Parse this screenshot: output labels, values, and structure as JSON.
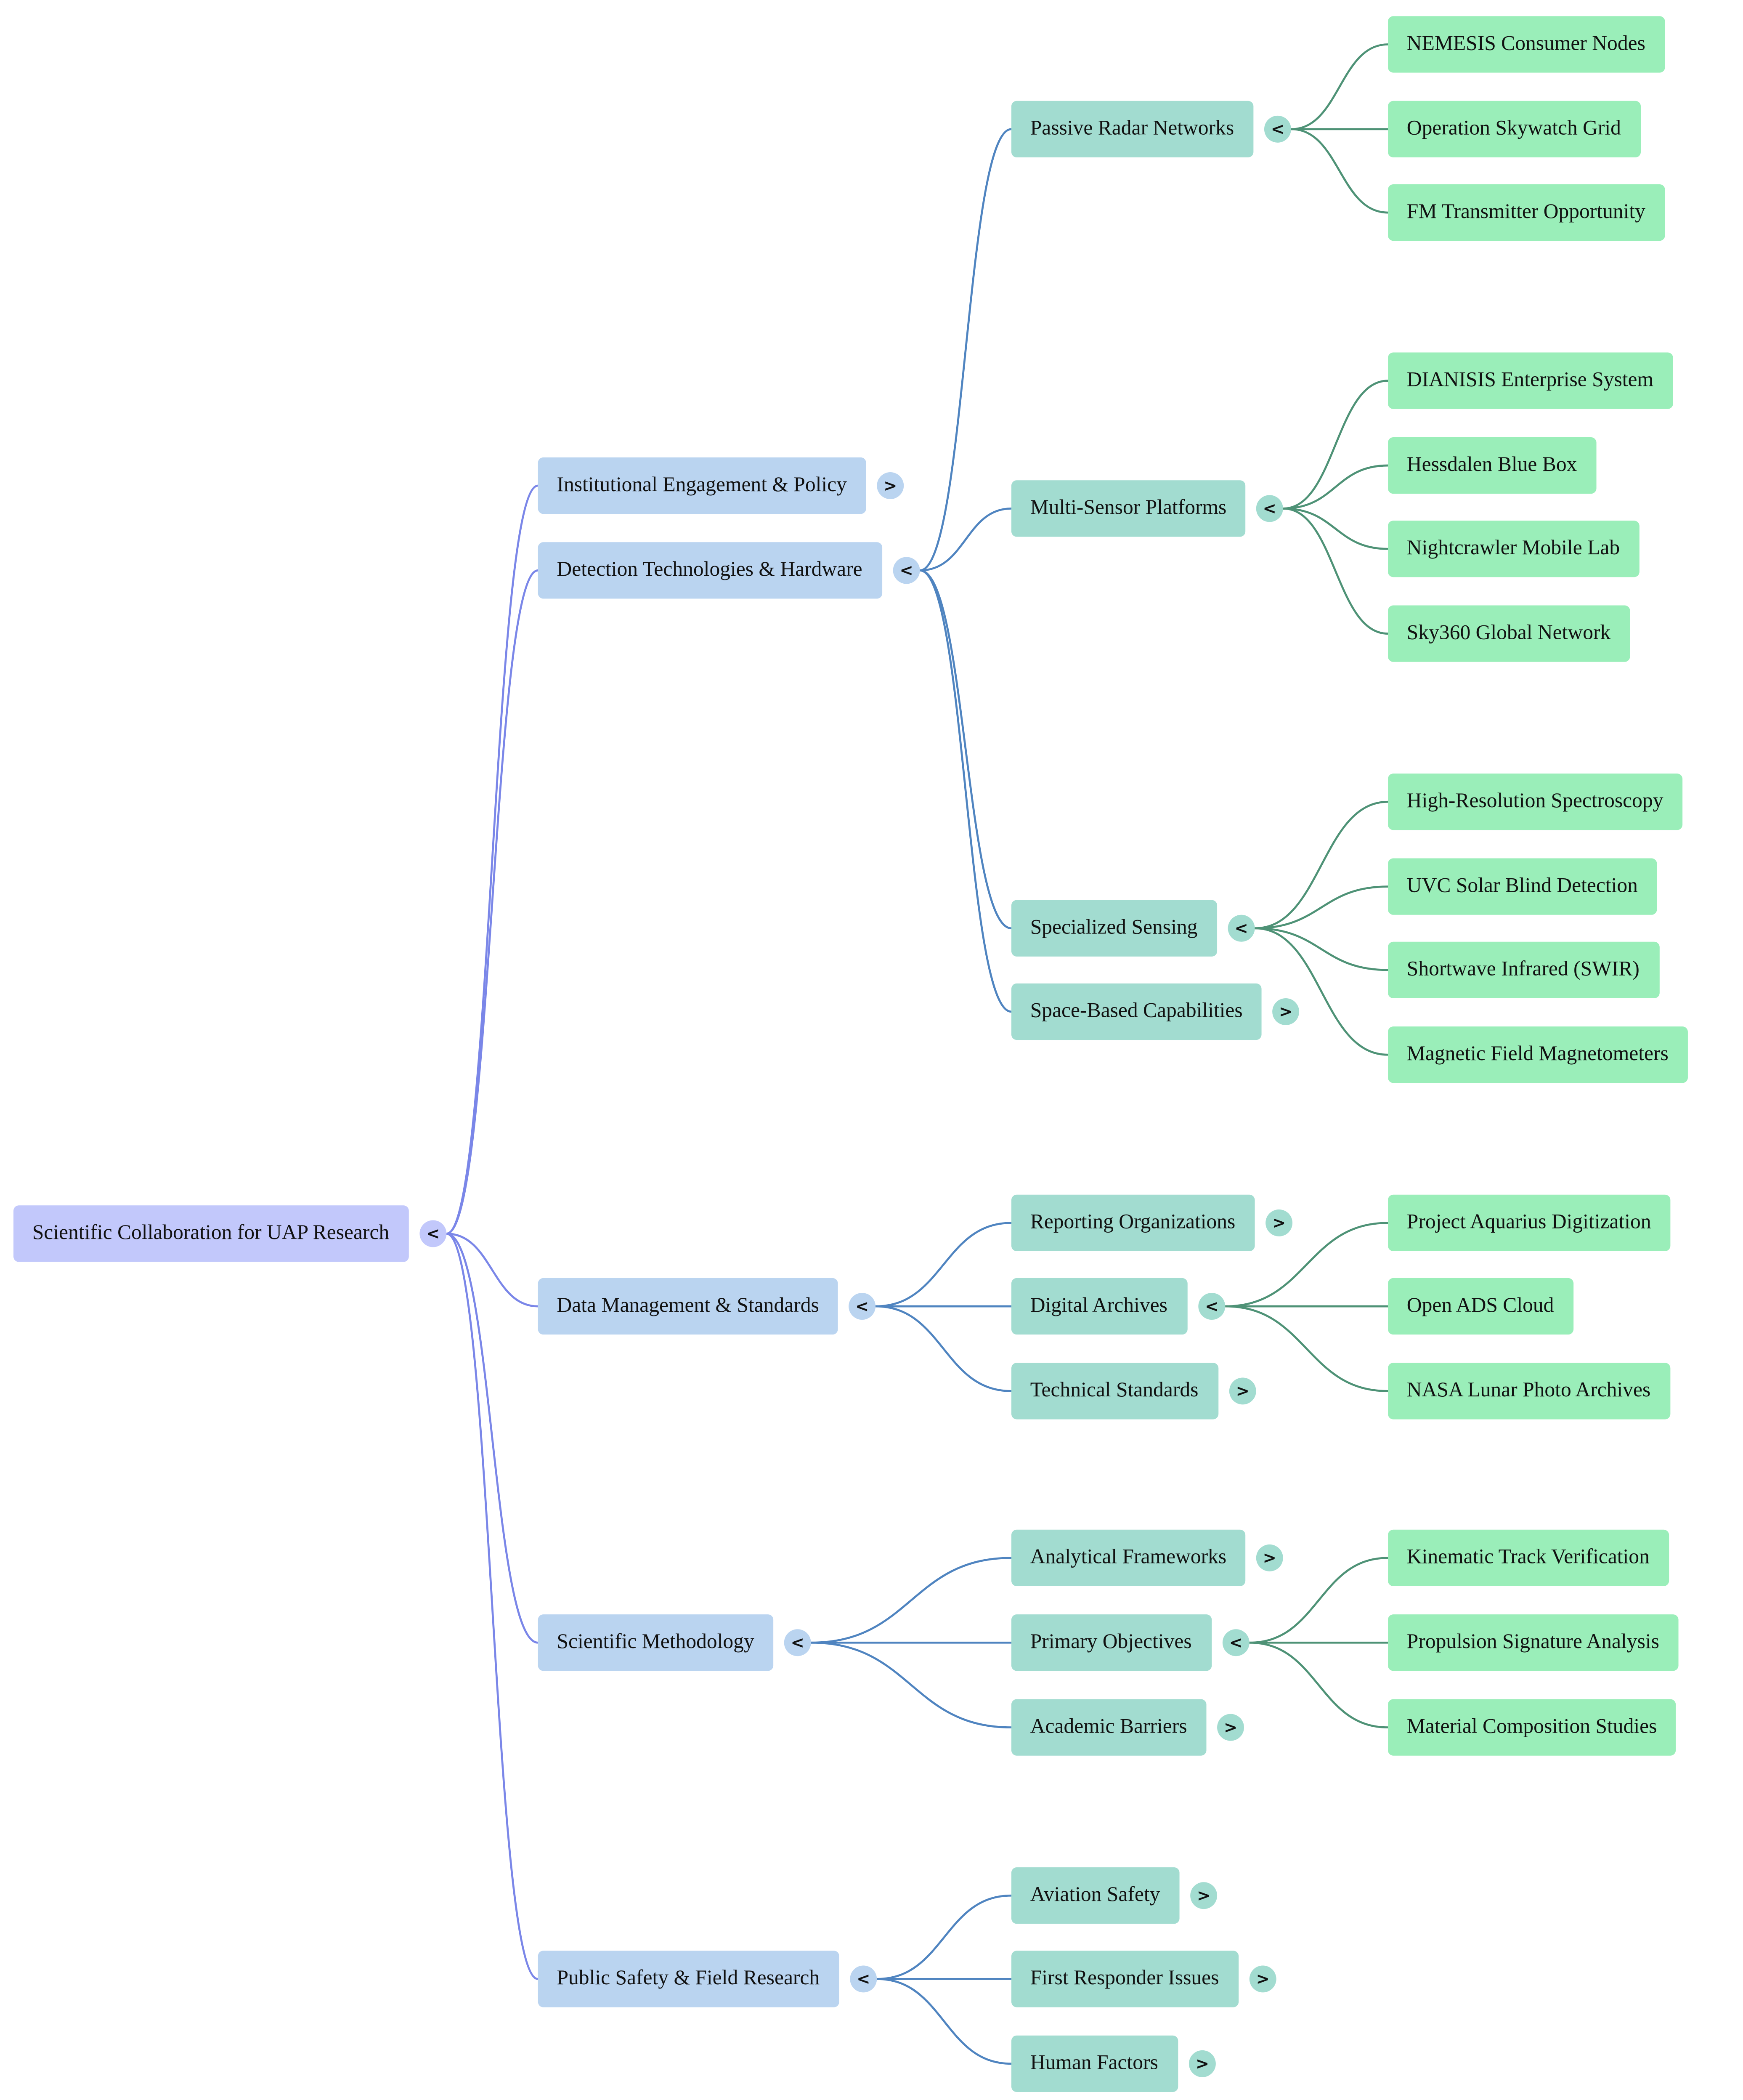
{
  "mindmap": {
    "colors": {
      "root_fill": "#c2c8fb",
      "level1_fill": "#bad4f0",
      "level2_fill": "#a2dcd0",
      "level3_fill": "#9aeeb9",
      "root_link": "#7a86e8",
      "level1_link": "#4f84c0",
      "level2_link": "#4e9276"
    },
    "root": {
      "label": "Scientific Collaboration for UAP Research",
      "toggle": "<",
      "children": [
        {
          "label": "Institutional Engagement & Policy",
          "toggle": ">",
          "children": []
        },
        {
          "label": "Detection Technologies & Hardware",
          "toggle": "<",
          "children": [
            {
              "label": "Passive Radar Networks",
              "toggle": "<",
              "children": [
                {
                  "label": "NEMESIS Consumer Nodes"
                },
                {
                  "label": "Operation Skywatch Grid"
                },
                {
                  "label": "FM Transmitter Opportunity"
                }
              ]
            },
            {
              "label": "Multi-Sensor Platforms",
              "toggle": "<",
              "children": [
                {
                  "label": "DIANISIS Enterprise System"
                },
                {
                  "label": "Hessdalen Blue Box"
                },
                {
                  "label": "Nightcrawler Mobile Lab"
                },
                {
                  "label": "Sky360 Global Network"
                }
              ]
            },
            {
              "label": "Specialized Sensing",
              "toggle": "<",
              "children": [
                {
                  "label": "High-Resolution Spectroscopy"
                },
                {
                  "label": "UVC Solar Blind Detection"
                },
                {
                  "label": "Shortwave Infrared (SWIR)"
                },
                {
                  "label": "Magnetic Field Magnetometers"
                }
              ]
            },
            {
              "label": "Space-Based Capabilities",
              "toggle": ">",
              "children": []
            }
          ]
        },
        {
          "label": "Data Management & Standards",
          "toggle": "<",
          "children": [
            {
              "label": "Reporting Organizations",
              "toggle": ">",
              "children": []
            },
            {
              "label": "Digital Archives",
              "toggle": "<",
              "children": [
                {
                  "label": "Project Aquarius Digitization"
                },
                {
                  "label": "Open ADS Cloud"
                },
                {
                  "label": "NASA Lunar Photo Archives"
                }
              ]
            },
            {
              "label": "Technical Standards",
              "toggle": ">",
              "children": []
            }
          ]
        },
        {
          "label": "Scientific Methodology",
          "toggle": "<",
          "children": [
            {
              "label": "Analytical Frameworks",
              "toggle": ">",
              "children": []
            },
            {
              "label": "Primary Objectives",
              "toggle": "<",
              "children": [
                {
                  "label": "Kinematic Track Verification"
                },
                {
                  "label": "Propulsion Signature Analysis"
                },
                {
                  "label": "Material Composition Studies"
                }
              ]
            },
            {
              "label": "Academic Barriers",
              "toggle": ">",
              "children": []
            }
          ]
        },
        {
          "label": "Public Safety & Field Research",
          "toggle": "<",
          "children": [
            {
              "label": "Aviation Safety",
              "toggle": ">",
              "children": []
            },
            {
              "label": "First Responder Issues",
              "toggle": ">",
              "children": []
            },
            {
              "label": "Human Factors",
              "toggle": ">",
              "children": []
            }
          ]
        }
      ]
    }
  }
}
